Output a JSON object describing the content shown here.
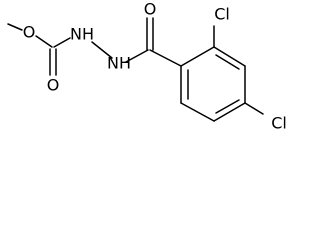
{
  "molecule": {
    "atoms": {
      "methoxy_o": "O",
      "carbamate_o": "O",
      "hydrazine_n1": "NH",
      "hydrazine_n2": "NH",
      "benzoyl_o": "O",
      "cl_ortho": "Cl",
      "cl_para": "Cl"
    }
  }
}
